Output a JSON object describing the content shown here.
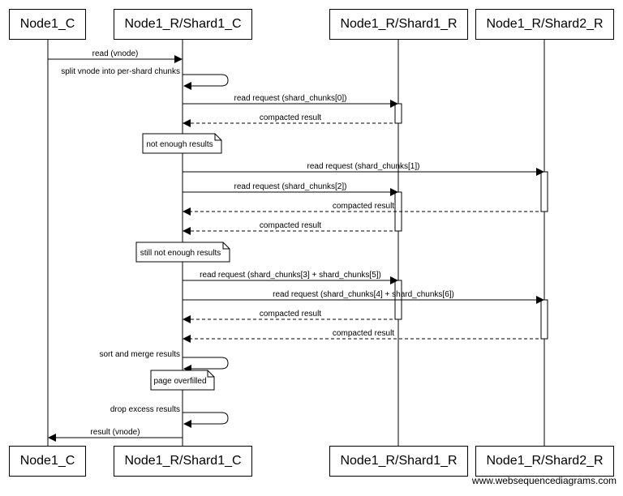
{
  "participants": [
    {
      "id": "n1c",
      "label": "Node1_C"
    },
    {
      "id": "n1r_s1c",
      "label": "Node1_R/Shard1_C"
    },
    {
      "id": "n1r_s1r",
      "label": "Node1_R/Shard1_R"
    },
    {
      "id": "n1r_s2r",
      "label": "Node1_R/Shard2_R"
    }
  ],
  "messages": [
    {
      "from": "n1c",
      "to": "n1r_s1c",
      "label": "read (vnode)",
      "style": "solid"
    },
    {
      "from": "n1r_s1c",
      "to": "n1r_s1c",
      "label": "split vnode into per-shard chunks",
      "style": "self"
    },
    {
      "from": "n1r_s1c",
      "to": "n1r_s1r",
      "label": "read request (shard_chunks[0])",
      "style": "solid"
    },
    {
      "from": "n1r_s1r",
      "to": "n1r_s1c",
      "label": "compacted result",
      "style": "dashed"
    },
    {
      "note": "not enough results"
    },
    {
      "from": "n1r_s1c",
      "to": "n1r_s2r",
      "label": "read request (shard_chunks[1])",
      "style": "solid"
    },
    {
      "from": "n1r_s1c",
      "to": "n1r_s1r",
      "label": "read request (shard_chunks[2])",
      "style": "solid"
    },
    {
      "from": "n1r_s2r",
      "to": "n1r_s1c",
      "label": "compacted result",
      "style": "dashed"
    },
    {
      "from": "n1r_s1r",
      "to": "n1r_s1c",
      "label": "compacted result",
      "style": "dashed"
    },
    {
      "note": "still not enough results"
    },
    {
      "from": "n1r_s1c",
      "to": "n1r_s1r",
      "label": "read request (shard_chunks[3] + shard_chunks[5])",
      "style": "solid"
    },
    {
      "from": "n1r_s1c",
      "to": "n1r_s2r",
      "label": "read request (shard_chunks[4] + shard_chunks[6])",
      "style": "solid"
    },
    {
      "from": "n1r_s1r",
      "to": "n1r_s1c",
      "label": "compacted result",
      "style": "dashed"
    },
    {
      "from": "n1r_s2r",
      "to": "n1r_s1c",
      "label": "compacted result",
      "style": "dashed"
    },
    {
      "from": "n1r_s1c",
      "to": "n1r_s1c",
      "label": "sort and merge results",
      "style": "self"
    },
    {
      "note": "page overfilled"
    },
    {
      "from": "n1r_s1c",
      "to": "n1r_s1c",
      "label": "drop excess results",
      "style": "self"
    },
    {
      "from": "n1r_s1c",
      "to": "n1c",
      "label": "result (vnode)",
      "style": "solid"
    }
  ],
  "credit": "www.websequencediagrams.com"
}
